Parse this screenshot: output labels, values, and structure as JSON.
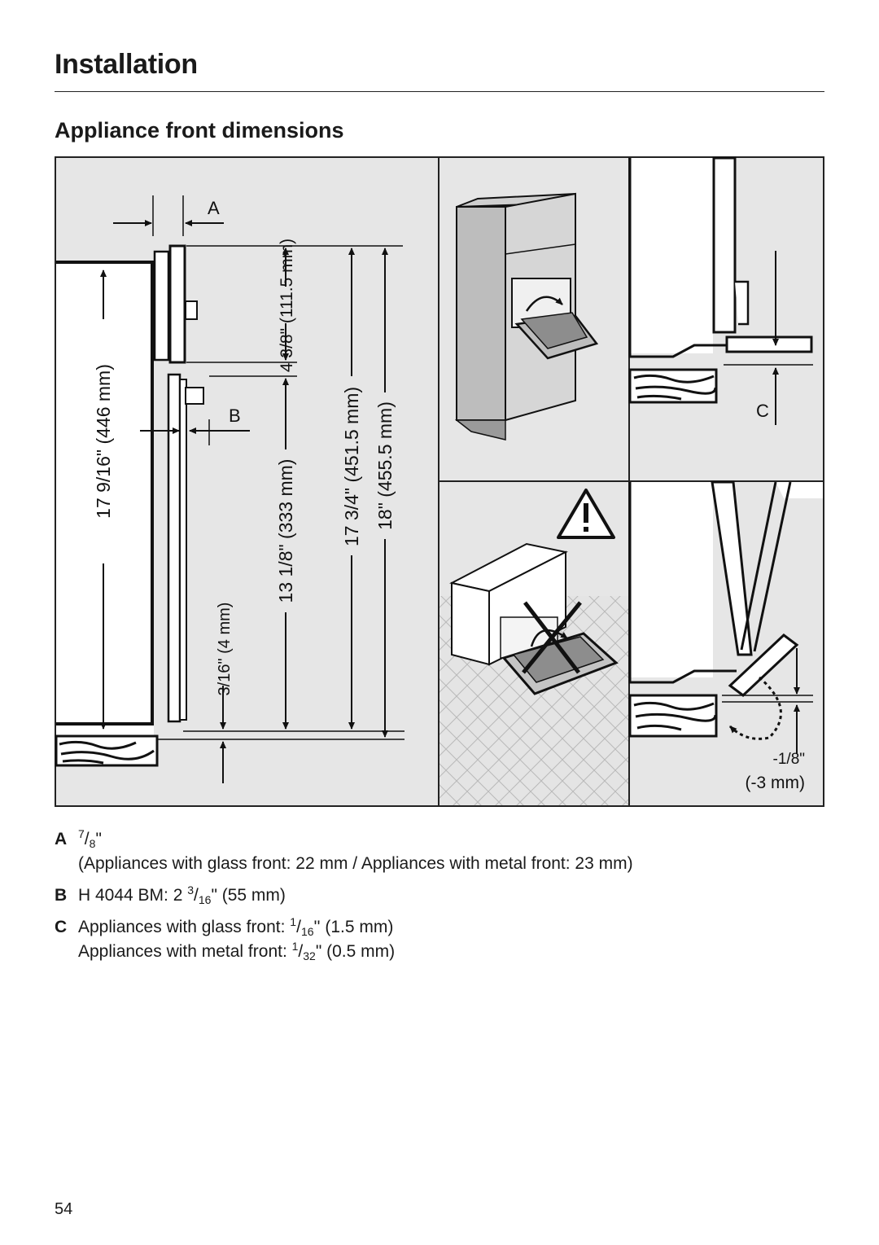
{
  "header": {
    "title": "Installation",
    "section": "Appliance front dimensions"
  },
  "figure": {
    "labels": {
      "a": "A",
      "b": "B",
      "c": "C"
    },
    "dimensions": {
      "d1": "17 9/16\" (446 mm)",
      "d2": "4 3/8\" (111.5 mm)",
      "d3": "13 1/8\" (333 mm)",
      "d4": "17 3/4\" (451.5 mm)",
      "d5": "18\" (455.5 mm)",
      "d6": "3/16\" (4 mm)",
      "d7": "-1/8\"",
      "d7_mm": "(-3 mm)"
    },
    "icons": [
      "caution-triangle-icon",
      "cross-out-icon"
    ]
  },
  "notes": {
    "a": {
      "key": "A",
      "whole": "",
      "num": "7",
      "den": "8",
      "text": "(Appliances with glass front: 22 mm / Appliances with metal front: 23 mm)"
    },
    "b": {
      "key": "B",
      "prefix": "H 4044 BM: 2 ",
      "num": "3",
      "den": "16",
      "suffix": "\" (55 mm)"
    },
    "c": {
      "key": "C",
      "line1_prefix": "Appliances with glass front: ",
      "line1_num": "1",
      "line1_den": "16",
      "line1_suffix": "'' (1.5 mm)",
      "line2_prefix": "Appliances with metal front: ",
      "line2_num": "1",
      "line2_den": "32",
      "line2_suffix": "\" (0.5 mm)"
    }
  },
  "footer": {
    "page_number": "54"
  }
}
